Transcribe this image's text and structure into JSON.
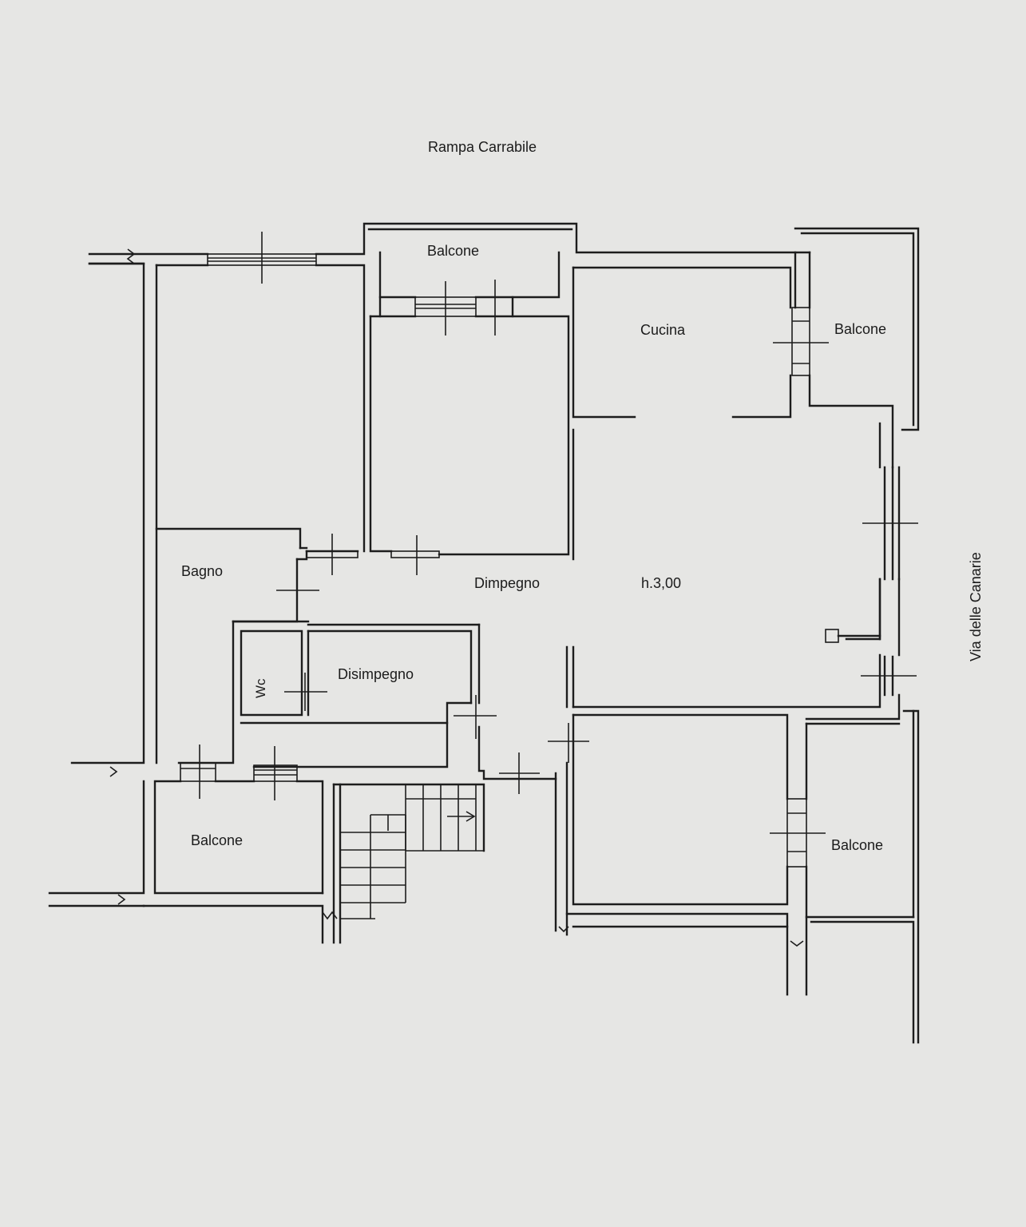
{
  "labels": {
    "street_top": "Rampa Carrabile",
    "street_right": "Via delle Canarie",
    "balcone_top": "Balcone",
    "cucina": "Cucina",
    "balcone_right_top": "Balcone",
    "bagno": "Bagno",
    "dimpegno": "Dimpegno",
    "height": "h.3,00",
    "wc": "Wc",
    "disimpegno": "Disimpegno",
    "balcone_bottom_left": "Balcone",
    "balcone_bottom_right": "Balcone"
  },
  "colors": {
    "paper": "#e6e6e4",
    "ink": "#1d1d1d"
  }
}
